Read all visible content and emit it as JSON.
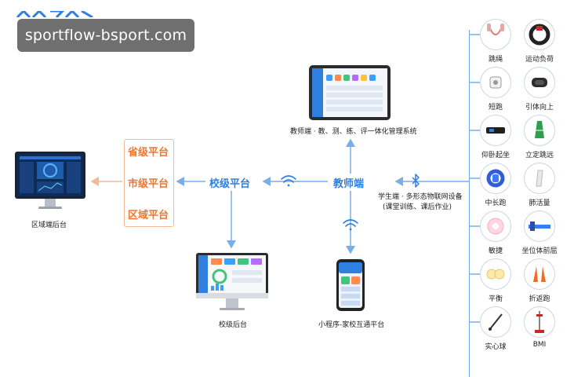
{
  "watermark": {
    "text": "sportflow-bsport.com"
  },
  "logo": {
    "name": "brand-logo"
  },
  "nodes": {
    "regional_backend": "区域端后台",
    "teacher_system": "教师端 · 教、测、练、评一体化管理系统",
    "school_backend": "校级后台",
    "mini_program": "小程序-家校互通平台",
    "school_platform": "校级平台",
    "teacher_end": "教师端",
    "student_line1": "学生端 · 多形态物联网设备",
    "student_line2": "(课堂训练、课后作业)"
  },
  "levels": [
    "省级平台",
    "市级平台",
    "区域平台"
  ],
  "devices": [
    {
      "label": "跳绳",
      "icon": "jump-rope-icon"
    },
    {
      "label": "运动负荷",
      "icon": "heart-rate-band-icon"
    },
    {
      "label": "短跑",
      "icon": "sprint-sensor-icon"
    },
    {
      "label": "引体向上",
      "icon": "pull-up-sensor-icon"
    },
    {
      "label": "仰卧起坐",
      "icon": "sit-up-mat-icon"
    },
    {
      "label": "立定跳远",
      "icon": "long-jump-mat-icon"
    },
    {
      "label": "中长跑",
      "icon": "wristband-icon"
    },
    {
      "label": "肺活量",
      "icon": "spirometer-icon"
    },
    {
      "label": "敏捷",
      "icon": "agility-pad-icon"
    },
    {
      "label": "坐位体前屈",
      "icon": "sit-reach-icon"
    },
    {
      "label": "平衡",
      "icon": "balance-pad-icon"
    },
    {
      "label": "折返跑",
      "icon": "traffic-cone-icon"
    },
    {
      "label": "实心球",
      "icon": "medicine-ball-icon"
    },
    {
      "label": "BMI",
      "icon": "height-scale-icon"
    }
  ],
  "colors": {
    "blue": "#2f7fe0",
    "orange": "#ee7733",
    "line_blue": "#7aaee8",
    "line_orange": "#f5b994"
  }
}
